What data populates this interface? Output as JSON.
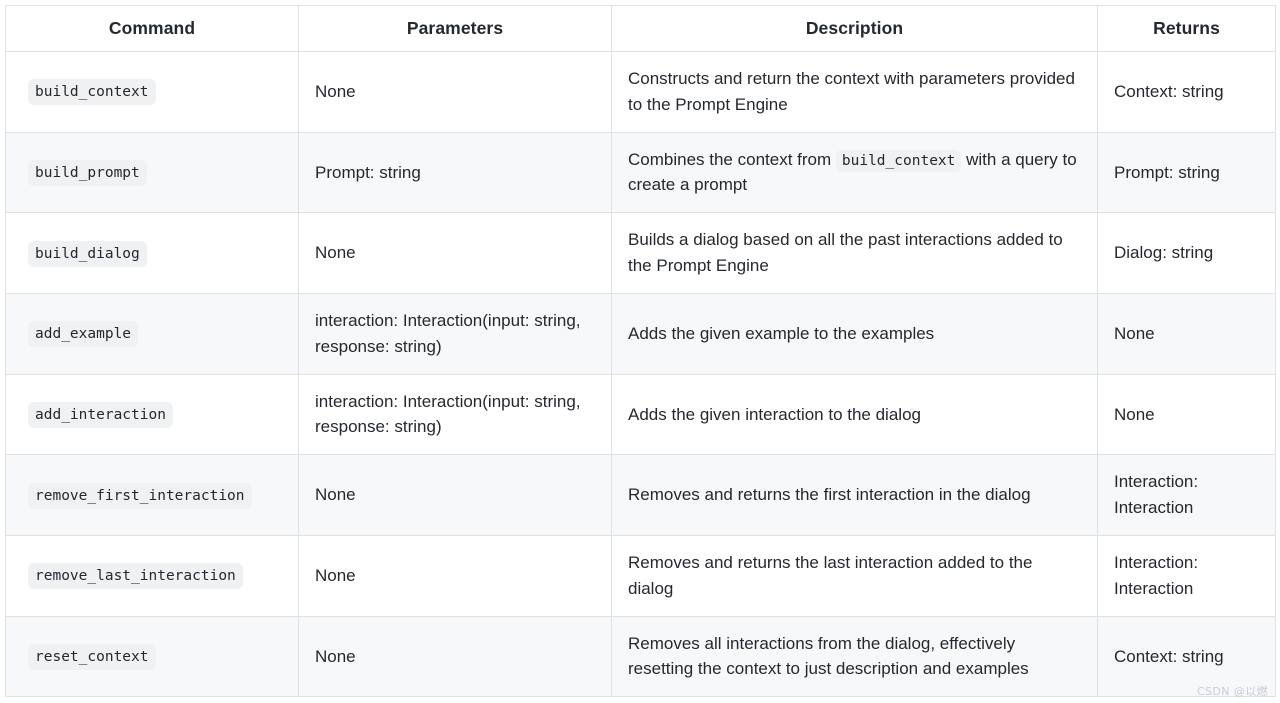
{
  "table": {
    "columns": [
      {
        "key": "command",
        "label": "Command"
      },
      {
        "key": "parameters",
        "label": "Parameters"
      },
      {
        "key": "description",
        "label": "Description"
      },
      {
        "key": "returns",
        "label": "Returns"
      }
    ],
    "rows": [
      {
        "command": "build_context",
        "parameters": "None",
        "description_pre": "Constructs and return the context with parameters provided to the Prompt Engine",
        "description_code": "",
        "description_post": "",
        "returns": "Context: string"
      },
      {
        "command": "build_prompt",
        "parameters": "Prompt: string",
        "description_pre": "Combines the context from",
        "description_code": "build_context",
        "description_post": "with a query to create a prompt",
        "returns": "Prompt: string"
      },
      {
        "command": "build_dialog",
        "parameters": "None",
        "description_pre": "Builds a dialog based on all the past interactions added to the Prompt Engine",
        "description_code": "",
        "description_post": "",
        "returns": "Dialog: string"
      },
      {
        "command": "add_example",
        "parameters": "interaction: Interaction(input: string, response: string)",
        "description_pre": "Adds the given example to the examples",
        "description_code": "",
        "description_post": "",
        "returns": "None"
      },
      {
        "command": "add_interaction",
        "parameters": "interaction: Interaction(input: string, response: string)",
        "description_pre": "Adds the given interaction to the dialog",
        "description_code": "",
        "description_post": "",
        "returns": "None"
      },
      {
        "command": "remove_first_interaction",
        "parameters": "None",
        "description_pre": "Removes and returns the first interaction in the dialog",
        "description_code": "",
        "description_post": "",
        "returns": "Interaction: Interaction"
      },
      {
        "command": "remove_last_interaction",
        "parameters": "None",
        "description_pre": "Removes and returns the last interaction added to the dialog",
        "description_code": "",
        "description_post": "",
        "returns": "Interaction: Interaction"
      },
      {
        "command": "reset_context",
        "parameters": "None",
        "description_pre": "Removes all interactions from the dialog, effectively resetting the context to just description and examples",
        "description_code": "",
        "description_post": "",
        "returns": "Context: string"
      }
    ]
  },
  "watermark": {
    "text": "CSDN @以燃"
  },
  "colors": {
    "border": "#dfe2e5",
    "alt_row_bg": "#f6f8fa",
    "chip_bg": "#eff1f3",
    "text": "#24292f",
    "watermark": "#c9ccd1"
  }
}
